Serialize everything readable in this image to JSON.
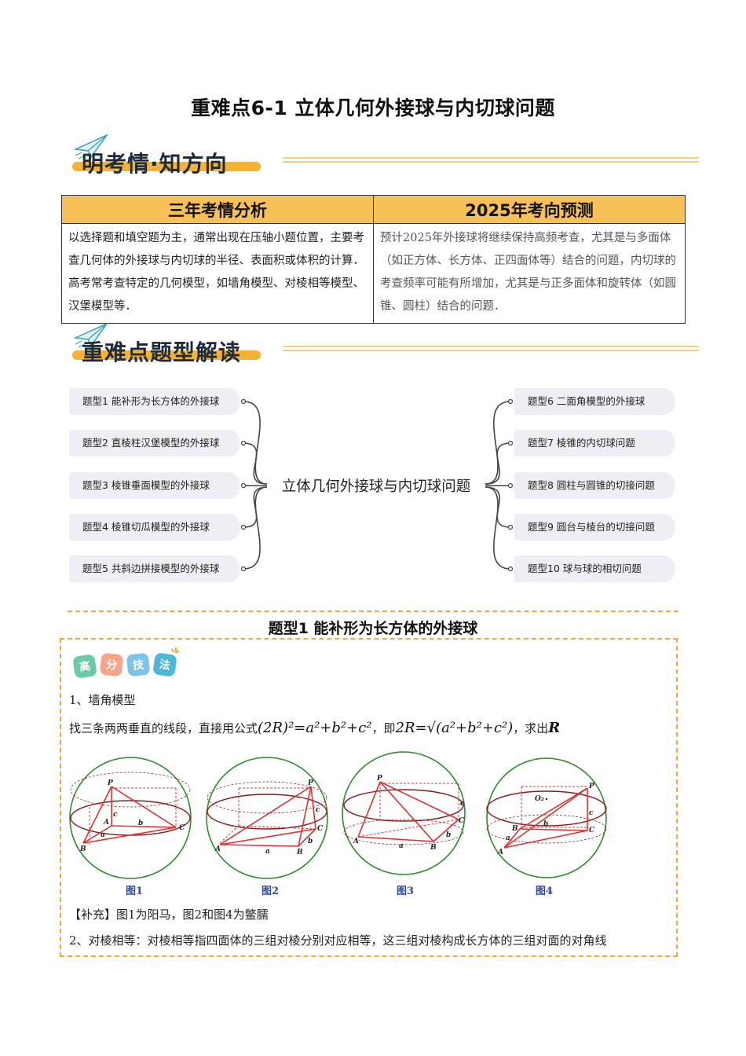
{
  "title": "重难点6-1 立体几何外接球与内切球问题",
  "section1": {
    "label": "明考情·知方向"
  },
  "table": {
    "headers": [
      "三年考情分析",
      "2025年考向预测"
    ],
    "left": "以选择题和填空题为主，通常出现在压轴小题位置，主要考查几何体的外接球与内切球的半径、表面积或体积的计算．高考常考查特定的几何模型，如墙角模型、对棱相等模型、汉堡模型等．",
    "right": "预计2025年外接球将继续保持高频考查，尤其是与多面体（如正方体、长方体、正四面体等）结合的问题，内切球的考查频率可能有所增加，尤其是与正多面体和旋转体（如圆锥、圆柱）结合的问题．"
  },
  "section2": {
    "label": "重难点题型解读"
  },
  "mindmap": {
    "center": "立体几何外接球与内切球问题",
    "left": [
      "题型1  能补形为长方体的外接球",
      "题型2  直棱柱汉堡模型的外接球",
      "题型3  棱锥垂面模型的外接球",
      "题型4  棱锥切瓜模型的外接球",
      "题型5  共斜边拼接模型的外接球"
    ],
    "right": [
      "题型6  二面角模型的外接球",
      "题型7  棱锥的内切球问题",
      "题型8  圆柱与圆锥的切接问题",
      "题型9  圆台与棱台的切接问题",
      "题型10  球与球的相切问题"
    ]
  },
  "type1": {
    "title": "题型1  能补形为长方体的外接球",
    "badge": [
      "高",
      "分",
      "技",
      "法"
    ],
    "line1": "1、墙角模型",
    "line2_prefix": "找三条两两垂直的线段，直接用公式",
    "formula1": "(2R)²=a²+b²+c²",
    "line2_mid": "，即",
    "formula2": "2R=√(a²+b²+c²)",
    "line2_suffix": "，求出",
    "formula3": "R",
    "figures": [
      "图1",
      "图2",
      "图3",
      "图4"
    ],
    "supplement": "【补充】图1为阳马，图2和图4为鳖臑",
    "line3": "2、对棱相等：对棱相等指四面体的三组对棱分别对应相等，这三组对棱构成长方体的三组对面的对角线"
  },
  "colors": {
    "accent": "#f5b335",
    "table_header": "#f8c158",
    "dash": "#f2a93b",
    "sphere": "#2e8b2e",
    "edge": "#e03030",
    "equator": "#8b1a1a"
  }
}
